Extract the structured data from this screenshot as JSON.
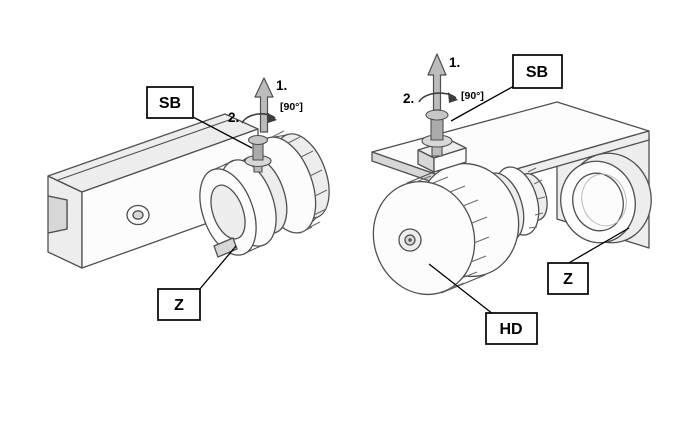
{
  "figures": {
    "left": {
      "step1": "1.",
      "step2": "2.",
      "angle": "[90°]",
      "callout_sb": "SB",
      "callout_z": "Z"
    },
    "right": {
      "step1": "1.",
      "step2": "2.",
      "angle": "[90°]",
      "callout_sb": "SB",
      "callout_z": "Z",
      "callout_hd": "HD"
    }
  }
}
